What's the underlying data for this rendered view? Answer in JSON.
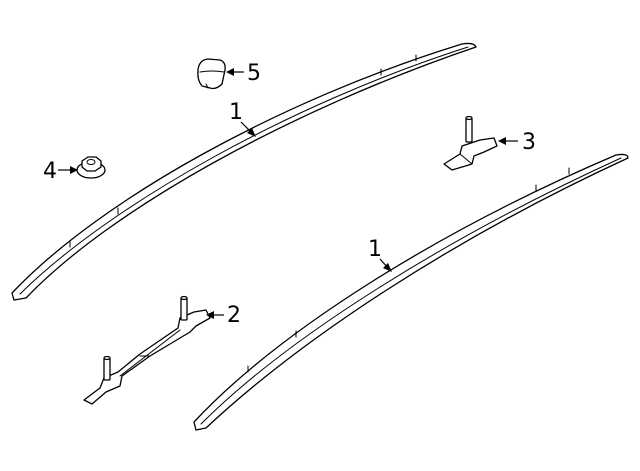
{
  "diagram": {
    "callouts": [
      {
        "id": "rail-left",
        "label": "1"
      },
      {
        "id": "rail-right",
        "label": "1"
      },
      {
        "id": "bracket-front",
        "label": "2"
      },
      {
        "id": "bracket-rear",
        "label": "3"
      },
      {
        "id": "nut",
        "label": "4"
      },
      {
        "id": "cap",
        "label": "5"
      }
    ],
    "colors": {
      "line": "#000000",
      "background": "#ffffff"
    }
  }
}
